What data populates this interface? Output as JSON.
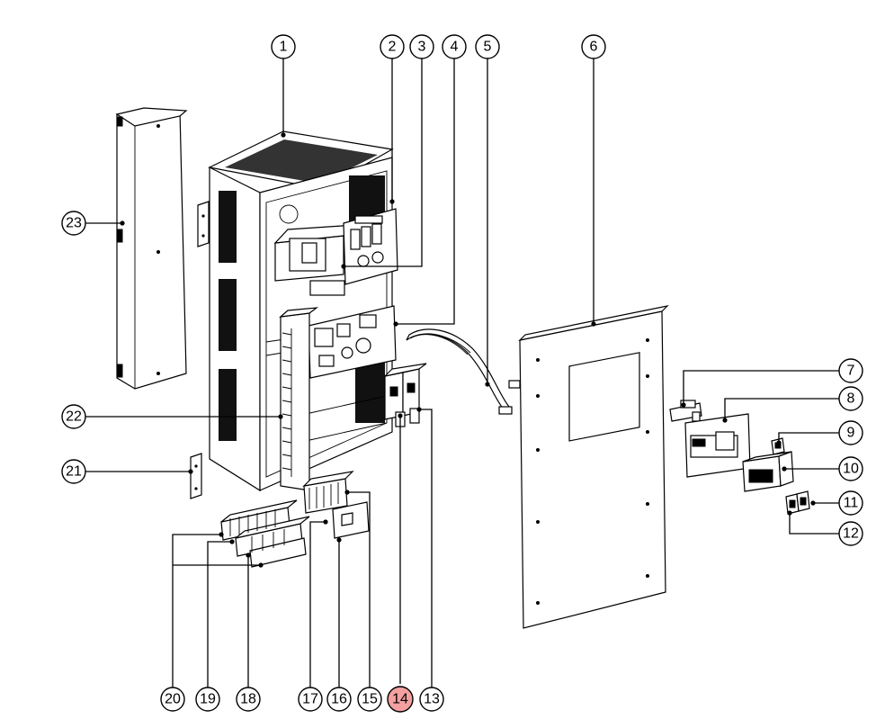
{
  "diagram": {
    "highlight_color": "#f4a0a0",
    "callouts": [
      {
        "id": "1",
        "label": "1"
      },
      {
        "id": "2",
        "label": "2"
      },
      {
        "id": "3",
        "label": "3"
      },
      {
        "id": "4",
        "label": "4"
      },
      {
        "id": "5",
        "label": "5"
      },
      {
        "id": "6",
        "label": "6"
      },
      {
        "id": "7",
        "label": "7"
      },
      {
        "id": "8",
        "label": "8"
      },
      {
        "id": "9",
        "label": "9"
      },
      {
        "id": "10",
        "label": "10"
      },
      {
        "id": "11",
        "label": "11"
      },
      {
        "id": "12",
        "label": "12"
      },
      {
        "id": "13",
        "label": "13"
      },
      {
        "id": "14",
        "label": "14",
        "highlighted": true
      },
      {
        "id": "15",
        "label": "15"
      },
      {
        "id": "16",
        "label": "16"
      },
      {
        "id": "17",
        "label": "17"
      },
      {
        "id": "18",
        "label": "18"
      },
      {
        "id": "19",
        "label": "19"
      },
      {
        "id": "20",
        "label": "20"
      },
      {
        "id": "21",
        "label": "21"
      },
      {
        "id": "22",
        "label": "22"
      },
      {
        "id": "23",
        "label": "23"
      }
    ]
  }
}
